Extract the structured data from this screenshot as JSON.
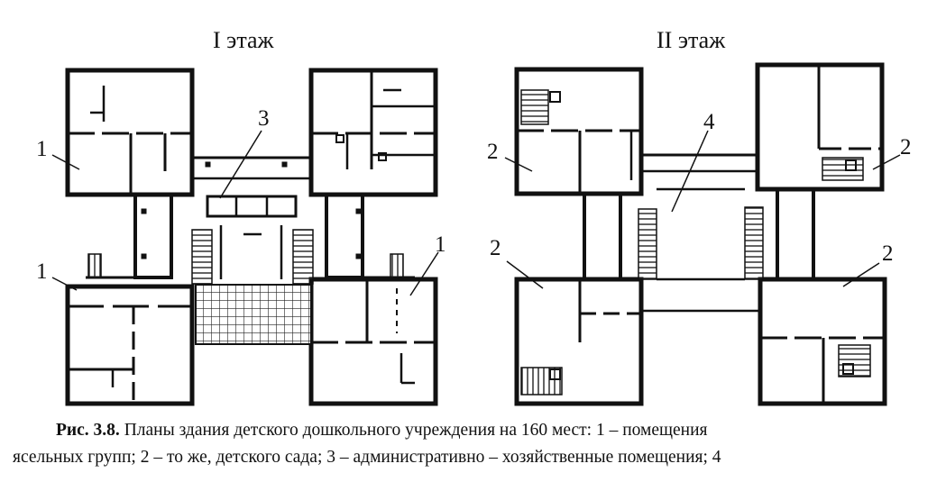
{
  "floors": [
    {
      "title": "I этаж"
    },
    {
      "title": "II этаж"
    }
  ],
  "labels": {
    "n1": "1",
    "n2": "2",
    "n3": "3",
    "n4": "4"
  },
  "caption": {
    "fig_ref": "Рис. 3.8.",
    "line1": "Планы здания детского дошкольного учреждения на 160 мест: 1 – помещения",
    "line2": "ясельных групп; 2 – то же, детского сада;    3 – административно – хозяйственные помещения; 4"
  }
}
